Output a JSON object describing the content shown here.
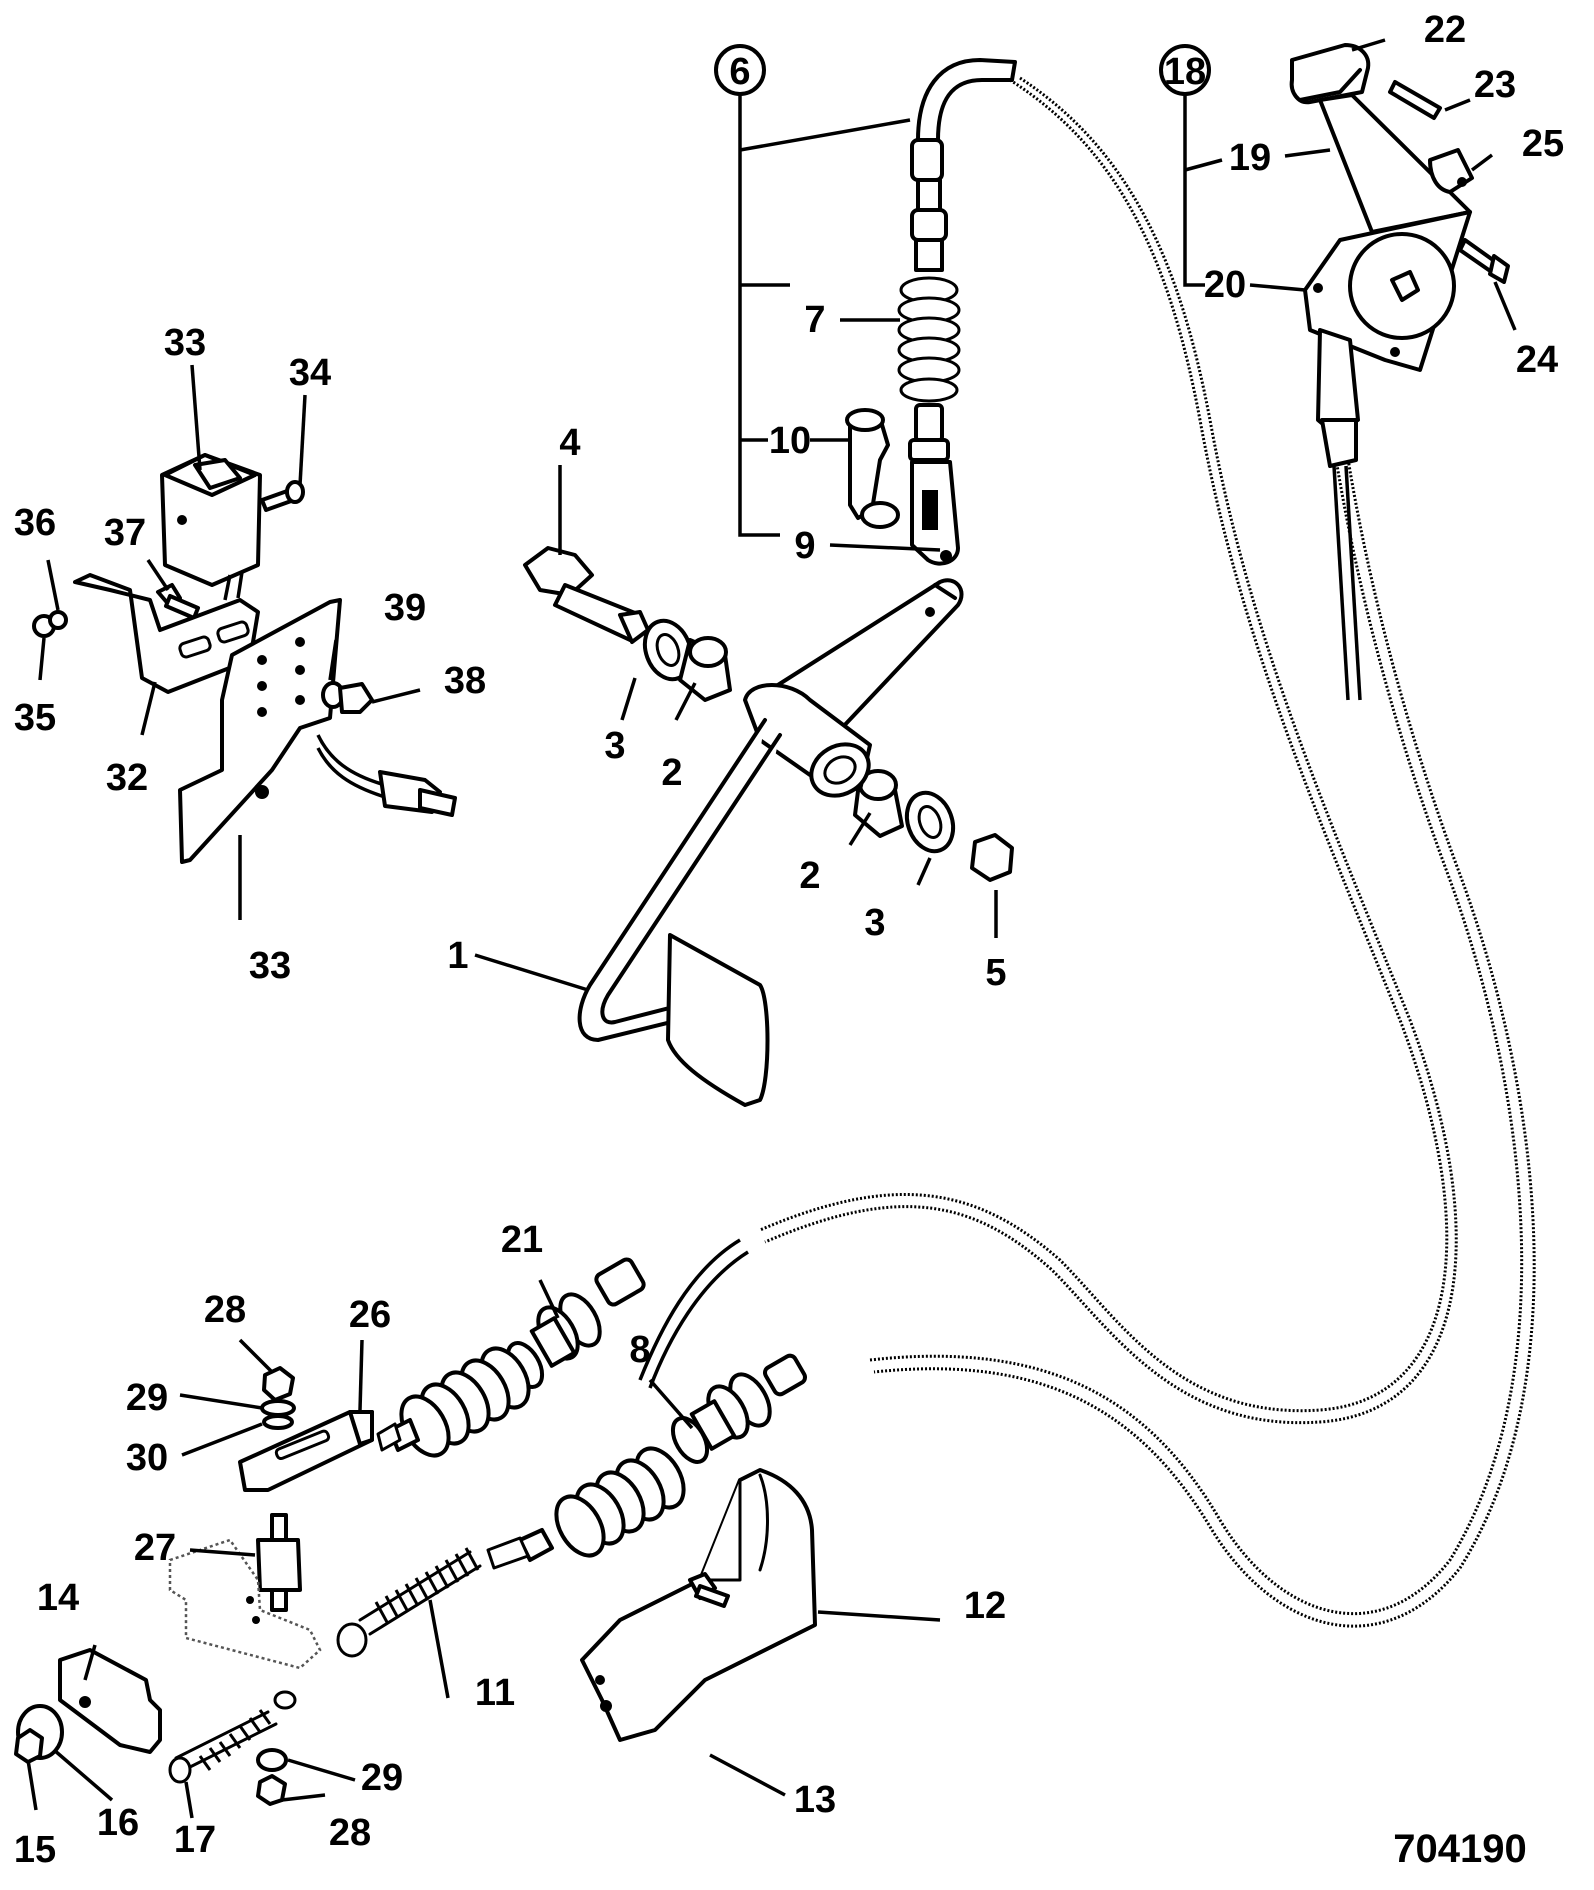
{
  "figure_number": "704190",
  "callouts": {
    "c1": "1",
    "c2a": "2",
    "c2b": "2",
    "c3a": "3",
    "c3b": "3",
    "c4": "4",
    "c5": "5",
    "c6": "6",
    "c7": "7",
    "c8": "8",
    "c9": "9",
    "c10": "10",
    "c11": "11",
    "c12": "12",
    "c13": "13",
    "c14": "14",
    "c15": "15",
    "c16": "16",
    "c17": "17",
    "c18": "18",
    "c19": "19",
    "c20": "20",
    "c21": "21",
    "c22": "22",
    "c23": "23",
    "c24": "24",
    "c25": "25",
    "c26": "26",
    "c27": "27",
    "c28a": "28",
    "c28b": "28",
    "c29a": "29",
    "c29b": "29",
    "c30": "30",
    "c32": "32",
    "c33a": "33",
    "c33b": "33",
    "c34": "34",
    "c35": "35",
    "c36": "36",
    "c37": "37",
    "c38": "38",
    "c39": "39"
  }
}
